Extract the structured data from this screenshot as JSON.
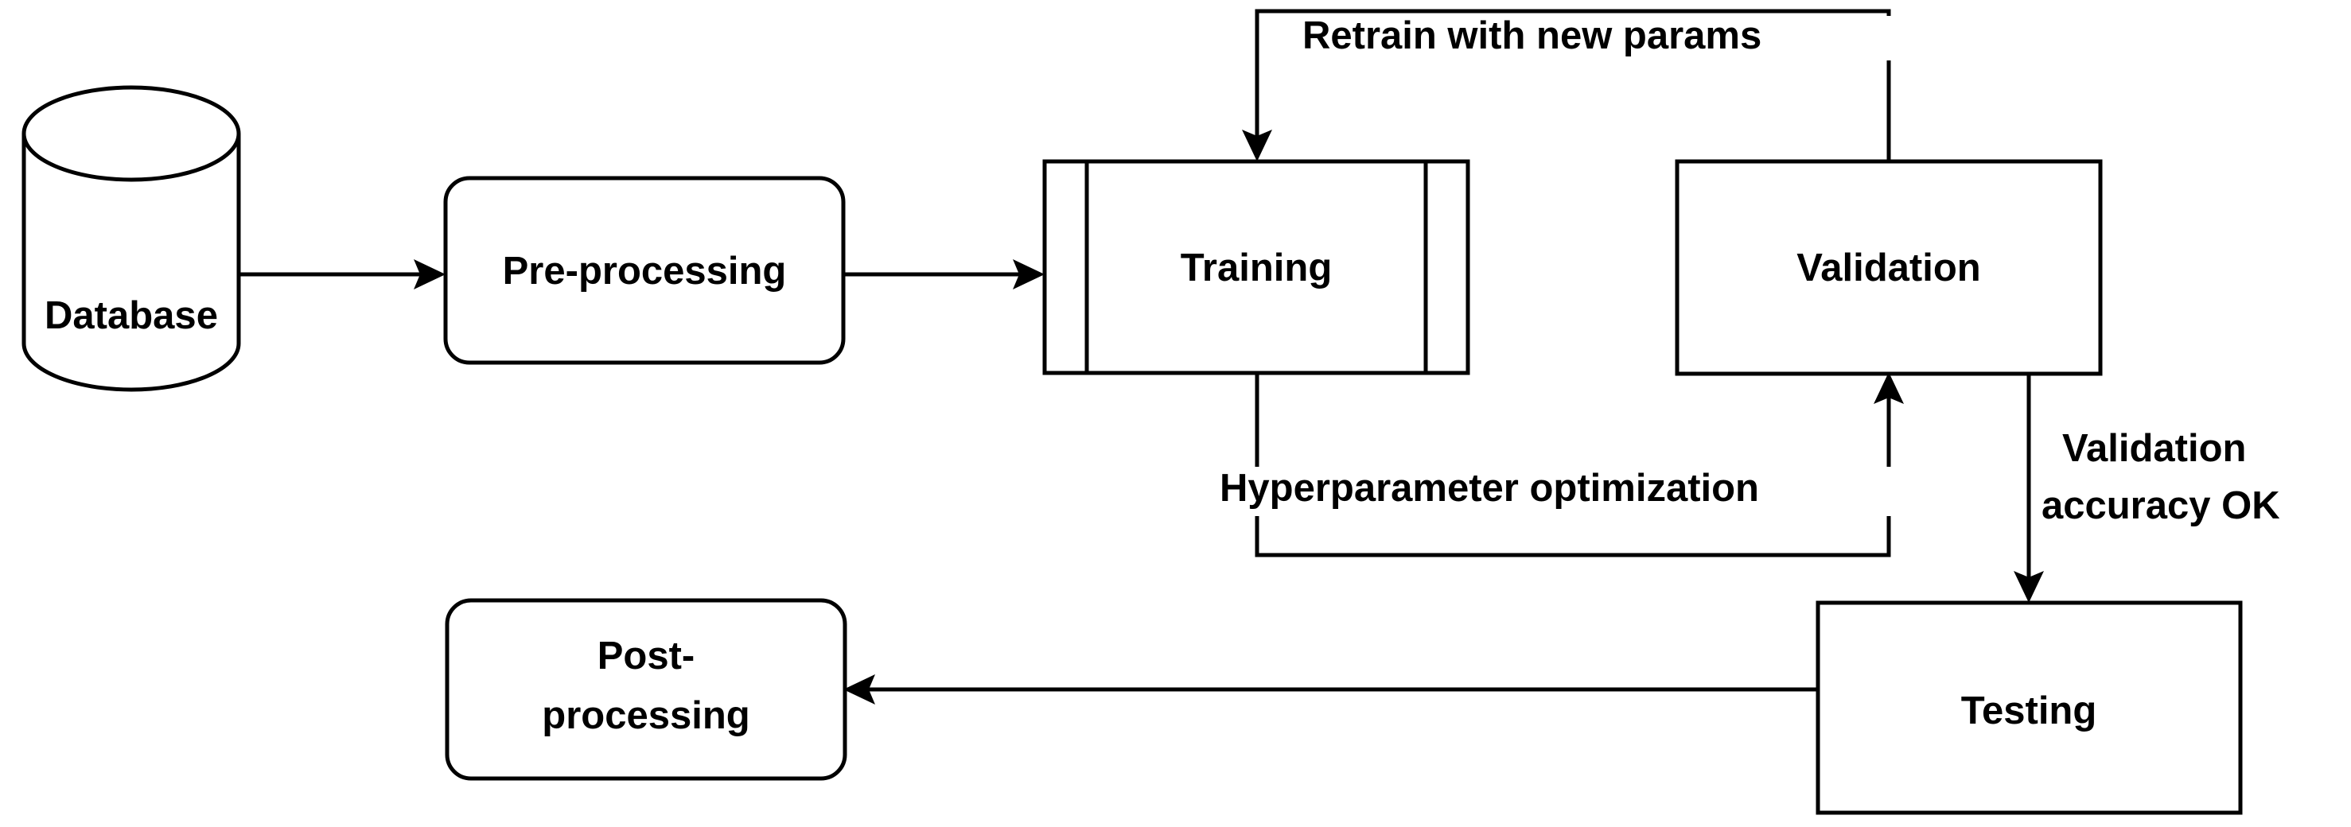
{
  "diagram": {
    "title": "Machine learning pipeline flowchart",
    "background_color": "#ffffff",
    "stroke_color": "#000000",
    "nodes": [
      {
        "id": "database",
        "label": "Database",
        "shape": "cylinder"
      },
      {
        "id": "preprocessing",
        "label": "Pre-processing",
        "shape": "rounded-rectangle"
      },
      {
        "id": "training",
        "label": "Training",
        "shape": "predefined-process"
      },
      {
        "id": "validation",
        "label": "Validation",
        "shape": "rectangle"
      },
      {
        "id": "testing",
        "label": "Testing",
        "shape": "rectangle"
      },
      {
        "id": "postprocessing",
        "label_line1": "Post-",
        "label_line2": "processing",
        "shape": "rounded-rectangle"
      }
    ],
    "edges": [
      {
        "id": "db-to-pre",
        "from": "database",
        "to": "preprocessing",
        "label": ""
      },
      {
        "id": "pre-to-train",
        "from": "preprocessing",
        "to": "training",
        "label": ""
      },
      {
        "id": "retrain-loop",
        "from": "validation",
        "to": "training",
        "label": "Retrain with new params"
      },
      {
        "id": "hyperparam-loop",
        "from": "training",
        "to": "validation",
        "label": "Hyperparameter optimization"
      },
      {
        "id": "val-to-test",
        "from": "validation",
        "to": "testing",
        "label_line1": "Validation",
        "label_line2": "accuracy OK"
      },
      {
        "id": "test-to-post",
        "from": "testing",
        "to": "postprocessing",
        "label": ""
      }
    ]
  }
}
